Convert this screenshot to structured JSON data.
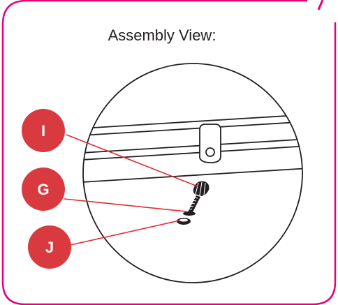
{
  "title": "Assembly View:",
  "labels": {
    "i": "I",
    "g": "G",
    "j": "J"
  },
  "colors": {
    "frame": "#e6007e",
    "badge": "#d93a3f",
    "leader": "#e12c33",
    "ink": "#231f20"
  }
}
